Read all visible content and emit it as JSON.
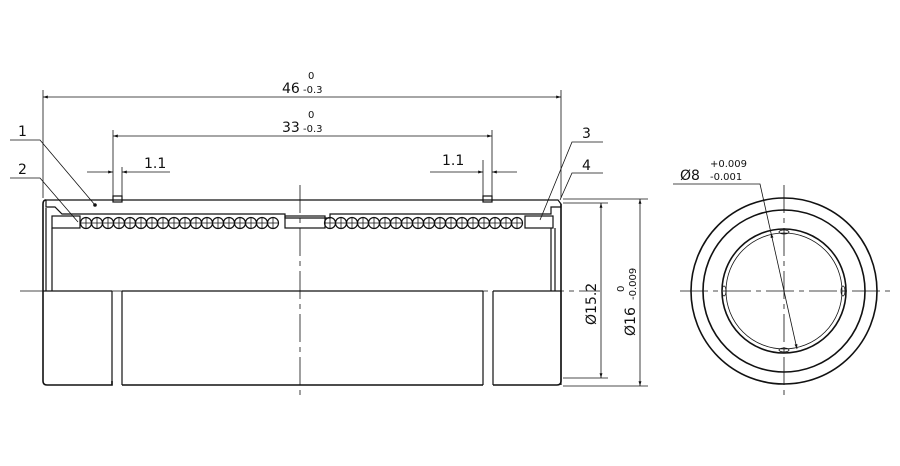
{
  "drawing": {
    "balloons": [
      "1",
      "2",
      "3",
      "4"
    ],
    "dimensions": {
      "overall_length": {
        "nominal": "46",
        "upper_tol": "0",
        "lower_tol": "-0.3"
      },
      "groove_spacing": {
        "nominal": "33",
        "upper_tol": "0",
        "lower_tol": "-0.3"
      },
      "groove_width_left": "1.1",
      "groove_width_right": "1.1",
      "bore_diameter": {
        "symbol": "Ø",
        "nominal": "8",
        "upper_tol": "+0.009",
        "lower_tol": "-0.001"
      },
      "groove_diameter": {
        "symbol": "Ø",
        "nominal": "15.2"
      },
      "outer_diameter": {
        "symbol": "Ø",
        "nominal": "16",
        "upper_tol": "0",
        "lower_tol": "-0.009"
      }
    }
  }
}
